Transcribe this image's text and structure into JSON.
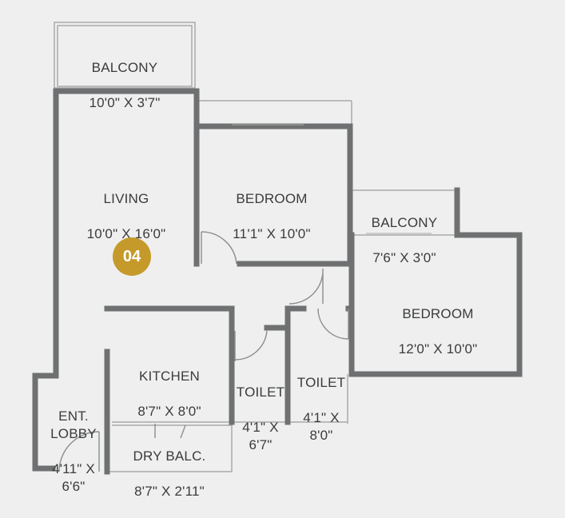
{
  "unit": {
    "number": "04",
    "badge_color": "#c59a2a"
  },
  "colors": {
    "wall": "#6f7071",
    "thin_line": "#a9aaa9",
    "background": "#eeefee",
    "text": "#3a3b3c"
  },
  "rooms": {
    "balcony_top": {
      "name": "BALCONY",
      "size": "10'0\" X 3'7\""
    },
    "living": {
      "name": "LIVING",
      "size": "10'0\" X 16'0\""
    },
    "bedroom_1": {
      "name": "BEDROOM",
      "size": "11'1\" X 10'0\""
    },
    "balcony_right": {
      "name": "BALCONY",
      "size": "7'6\" X 3'0\""
    },
    "bedroom_2": {
      "name": "BEDROOM",
      "size": "12'0\" X 10'0\""
    },
    "kitchen": {
      "name": "KITCHEN",
      "size": "8'7\" X 8'0\""
    },
    "toilet_1": {
      "name": "TOILET",
      "size": "4'1\" X\n6'7\""
    },
    "toilet_2": {
      "name": "TOILET",
      "size": "4'1\" X\n8'0\""
    },
    "ent_lobby": {
      "name": "ENT.\nLOBBY",
      "size": "4'11\" X\n6'6\""
    },
    "dry_balcony": {
      "name": "DRY BALC.",
      "size": "8'7\" X 2'11\""
    }
  }
}
